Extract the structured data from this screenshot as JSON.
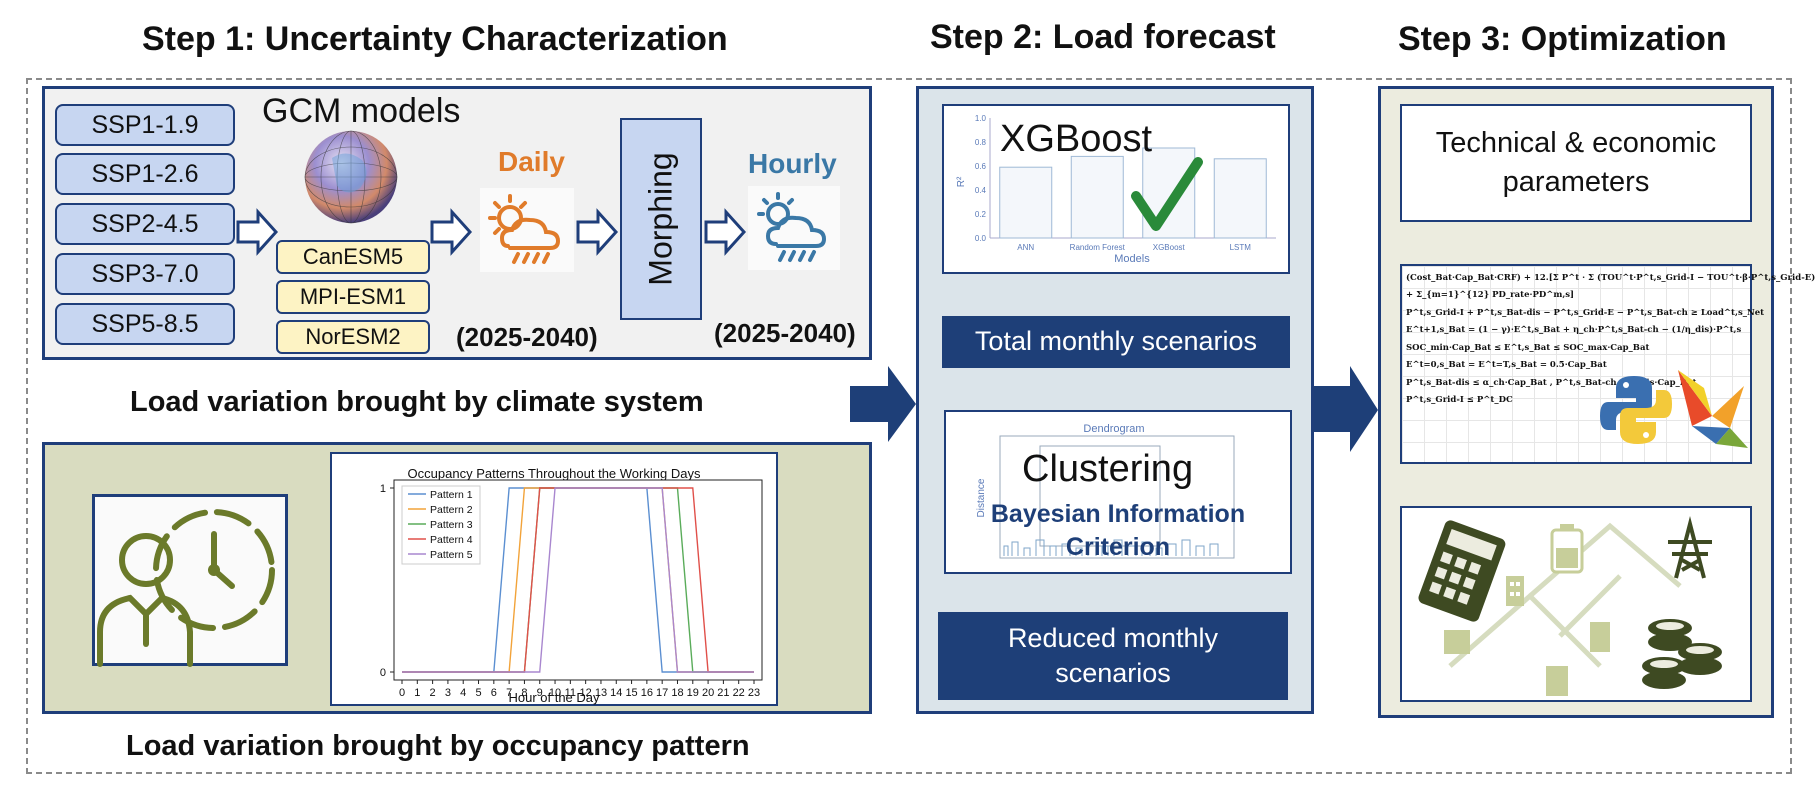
{
  "steps": {
    "step1": "Step 1: Uncertainty Characterization",
    "step2": "Step 2: Load forecast",
    "step3": "Step 3: Optimization"
  },
  "climate": {
    "ssp": [
      "SSP1-1.9",
      "SSP1-2.6",
      "SSP2-4.5",
      "SSP3-7.0",
      "SSP5-8.5"
    ],
    "gcm_title": "GCM models",
    "gcm_models": [
      "CanESM5",
      "MPI-ESM1",
      "NorESM2"
    ],
    "daily_label": "Daily",
    "hourly_label": "Hourly",
    "morphing_label": "Morphing",
    "period_daily": "(2025-2040)",
    "period_hourly": "(2025-2040)",
    "caption": "Load variation brought by climate system"
  },
  "occupancy": {
    "caption": "Load variation brought by occupancy pattern",
    "chart": {
      "title": "Occupancy Patterns Throughout the Working Days",
      "xlabel": "Hour of the Day",
      "x_ticks": [
        "0",
        "1",
        "2",
        "3",
        "4",
        "5",
        "6",
        "7",
        "8",
        "9",
        "10",
        "11",
        "12",
        "13",
        "14",
        "15",
        "16",
        "17",
        "18",
        "19",
        "20",
        "21",
        "22",
        "23"
      ],
      "y_ticks": [
        "0",
        "1"
      ],
      "legend": [
        "Pattern 1",
        "Pattern 2",
        "Pattern 3",
        "Pattern 4",
        "Pattern 5"
      ]
    }
  },
  "chart_data": {
    "type": "line",
    "title": "Occupancy Patterns Throughout the Working Days",
    "xlabel": "Hour of the Day",
    "ylabel": "",
    "xlim": [
      0,
      23
    ],
    "ylim": [
      0,
      1
    ],
    "legend_position": "top-left",
    "grid": false,
    "series": [
      {
        "name": "Pattern 1",
        "color": "#5b8fd1",
        "start": 6,
        "end": 16
      },
      {
        "name": "Pattern 2",
        "color": "#f2a33a",
        "start": 7,
        "end": 17
      },
      {
        "name": "Pattern 3",
        "color": "#5aac5a",
        "start": 8,
        "end": 18
      },
      {
        "name": "Pattern 4",
        "color": "#e0504a",
        "start": 8,
        "end": 19
      },
      {
        "name": "Pattern 5",
        "color": "#a987cf",
        "start": 9,
        "end": 17
      }
    ]
  },
  "forecast": {
    "xgboost_label": "XGBoost",
    "r2_label": "R²",
    "models_label": "Models",
    "bar_categories": [
      "ANN",
      "Random Forest",
      "XGBoost",
      "LSTM"
    ],
    "bar_values": [
      0.59,
      0.68,
      0.75,
      0.66
    ],
    "y_ticks": [
      "0.0",
      "0.2",
      "0.4",
      "0.6",
      "0.8",
      "1.0"
    ],
    "total_label": "Total monthly scenarios",
    "dendrogram_label": "Dendrogram",
    "distance_label": "Distance",
    "clustering_label": "Clustering",
    "bic_label": "Bayesian Information Criterion",
    "reduced_label": "Reduced monthly scenarios"
  },
  "optimization": {
    "params_label": "Technical & economic parameters",
    "formula_lines": [
      "(Cost_Bat·Cap_Bat·CRF) + 12.[Σ P^t · Σ (TOU^t·P^t,s_Grid-I − TOU^t·β·P^t,s_Grid-E)",
      "+ Σ_{m=1}^{12} PD_rate·PD^m,s]",
      "P^t,s_Grid-I + P^t,s_Bat-dis − P^t,s_Grid-E − P^t,s_Bat-ch ≥ Load^t,s_Net",
      "E^t+1,s_Bat = (1 − γ)·E^t,s_Bat + η_ch·P^t,s_Bat-ch − (1/η_dis)·P^t,s",
      "SOC_min·Cap_Bat ≤ E^t,s_Bat ≤ SOC_max·Cap_Bat",
      "E^t=0,s_Bat = E^t=T,s_Bat = 0.5·Cap_Bat",
      "P^t,s_Bat-dis ≤ α_ch·Cap_Bat , P^t,s_Bat-ch ≤ α_dis·Cap_Bat",
      "P^t,s_Grid-I ≤ P^t_DC"
    ]
  },
  "colors": {
    "navy": "#1f3e7a",
    "ssp_fill": "#c7d6f1",
    "gcm_fill": "#fdf3c4",
    "olive": "#6b7a2a",
    "olive_bg": "#d9dcc0",
    "daily": "#e07b2a",
    "hourly": "#3a78a6"
  }
}
